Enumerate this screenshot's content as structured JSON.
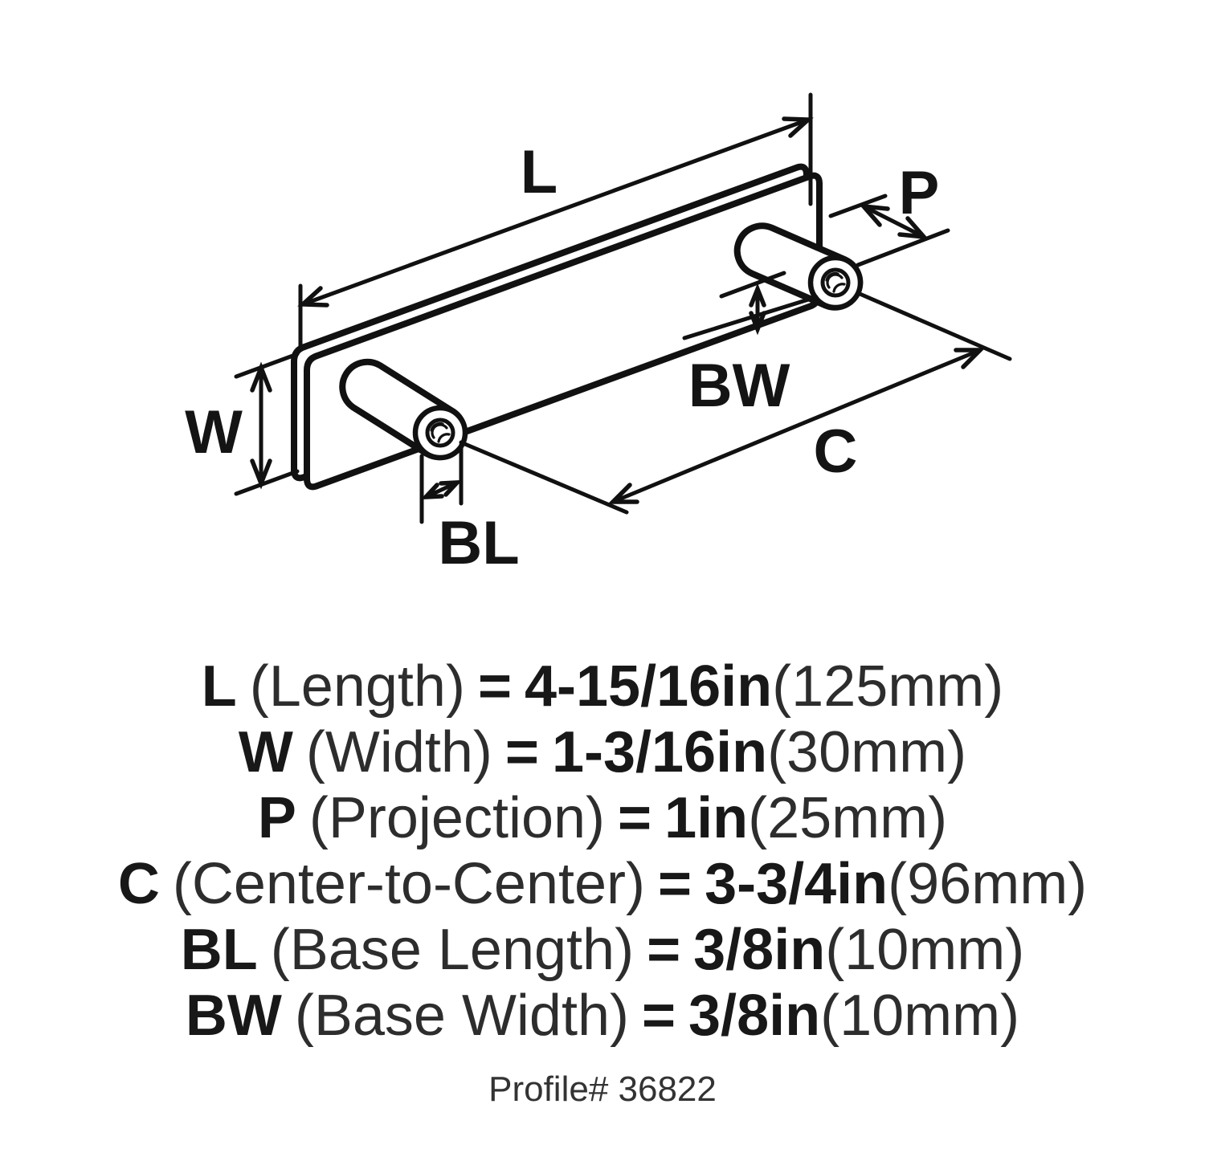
{
  "diagram_labels": {
    "L": "L",
    "W": "W",
    "P": "P",
    "C": "C",
    "BL": "BL",
    "BW": "BW"
  },
  "specs": [
    {
      "label": "L",
      "name": "(Length)",
      "eq": "=",
      "value": "4-15/16in",
      "metric": "(125mm)"
    },
    {
      "label": "W",
      "name": "(Width)",
      "eq": "=",
      "value": "1-3/16in",
      "metric": "(30mm)"
    },
    {
      "label": "P",
      "name": "(Projection)",
      "eq": "=",
      "value": "1in",
      "metric": "(25mm)"
    },
    {
      "label": "C",
      "name": "(Center-to-Center)",
      "eq": "=",
      "value": "3-3/4in",
      "metric": "(96mm)"
    },
    {
      "label": "BL",
      "name": "(Base Length)",
      "eq": "=",
      "value": "3/8in",
      "metric": "(10mm)"
    },
    {
      "label": "BW",
      "name": "(Base Width)",
      "eq": "=",
      "value": "3/8in",
      "metric": "(10mm)"
    }
  ],
  "profile": "Profile# 36822"
}
